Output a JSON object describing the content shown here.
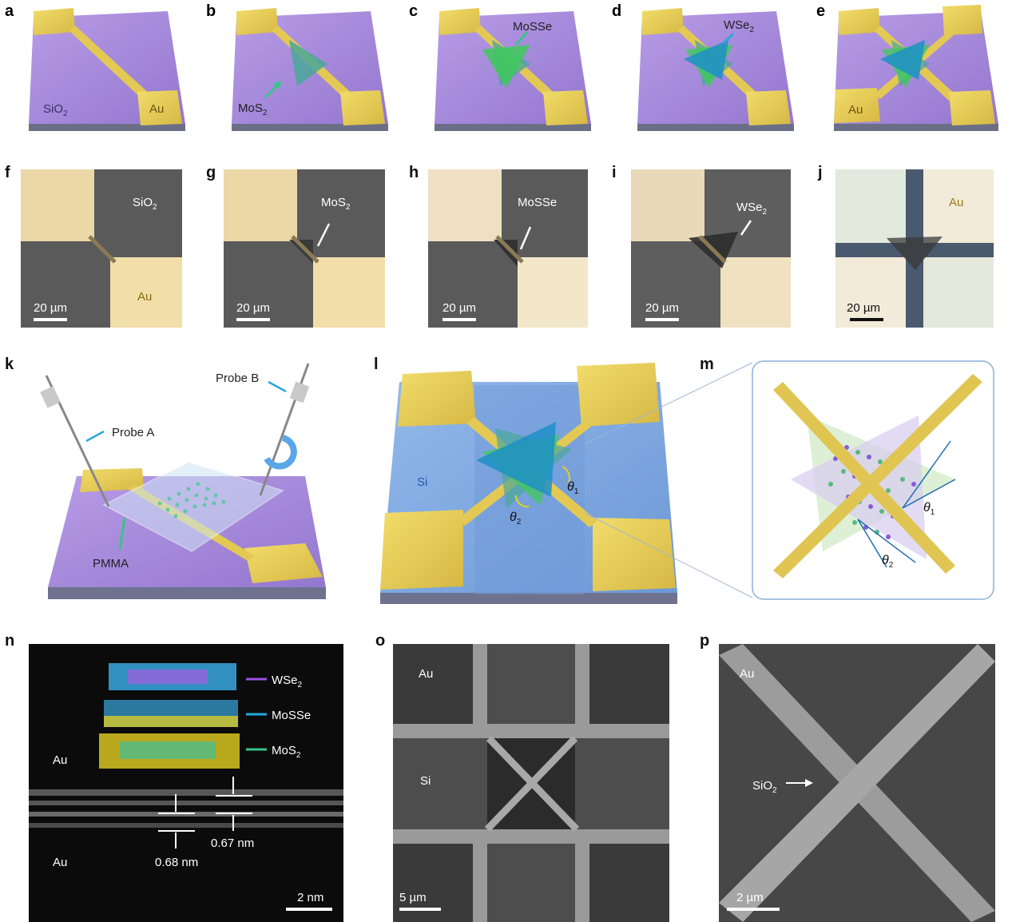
{
  "panels": {
    "a": {
      "letter": "a",
      "substrate": "SiO",
      "substrate_sub": "2",
      "pad": "Au"
    },
    "b": {
      "letter": "b",
      "flake": "MoS",
      "flake_sub": "2"
    },
    "c": {
      "letter": "c",
      "flake": "MoSSe"
    },
    "d": {
      "letter": "d",
      "flake": "WSe",
      "flake_sub": "2"
    },
    "e": {
      "letter": "e",
      "pad": "Au"
    },
    "f": {
      "letter": "f",
      "substrate": "SiO",
      "substrate_sub": "2",
      "pad": "Au",
      "scale": "20 µm"
    },
    "g": {
      "letter": "g",
      "flake": "MoS",
      "flake_sub": "2",
      "scale": "20 µm"
    },
    "h": {
      "letter": "h",
      "flake": "MoSSe",
      "scale": "20 µm"
    },
    "i": {
      "letter": "i",
      "flake": "WSe",
      "flake_sub": "2",
      "scale": "20 µm"
    },
    "j": {
      "letter": "j",
      "pad": "Au",
      "scale": "20 µm"
    },
    "k": {
      "letter": "k",
      "probe_a": "Probe A",
      "probe_b": "Probe B",
      "pmma": "PMMA"
    },
    "l": {
      "letter": "l",
      "si": "Si",
      "theta1": "θ",
      "theta1_sub": "1",
      "theta2": "θ",
      "theta2_sub": "2"
    },
    "m": {
      "letter": "m",
      "theta1": "θ",
      "theta1_sub": "1",
      "theta2": "θ",
      "theta2_sub": "2"
    },
    "n": {
      "letter": "n",
      "au_top": "Au",
      "au_bottom": "Au",
      "wse2": "WSe",
      "wse2_sub": "2",
      "mosse": "MoSSe",
      "mos2": "MoS",
      "mos2_sub": "2",
      "d1": "0.67 nm",
      "d2": "0.68 nm",
      "scale": "2 nm"
    },
    "o": {
      "letter": "o",
      "au": "Au",
      "si": "Si",
      "scale": "5 µm"
    },
    "p": {
      "letter": "p",
      "au": "Au",
      "sio2": "SiO",
      "sio2_sub": "2",
      "scale": "2 µm"
    }
  },
  "colors": {
    "gold": "#e6cf58",
    "purple": "#a78ad8",
    "blue": "#7ea8de",
    "mos2": "#4aa79a",
    "mosse": "#3fc95a",
    "wse2": "#1f8fc8",
    "arrow_purple": "#9b4fe0",
    "arrow_cyan": "#27a8e0",
    "arrow_green": "#35c58a"
  }
}
